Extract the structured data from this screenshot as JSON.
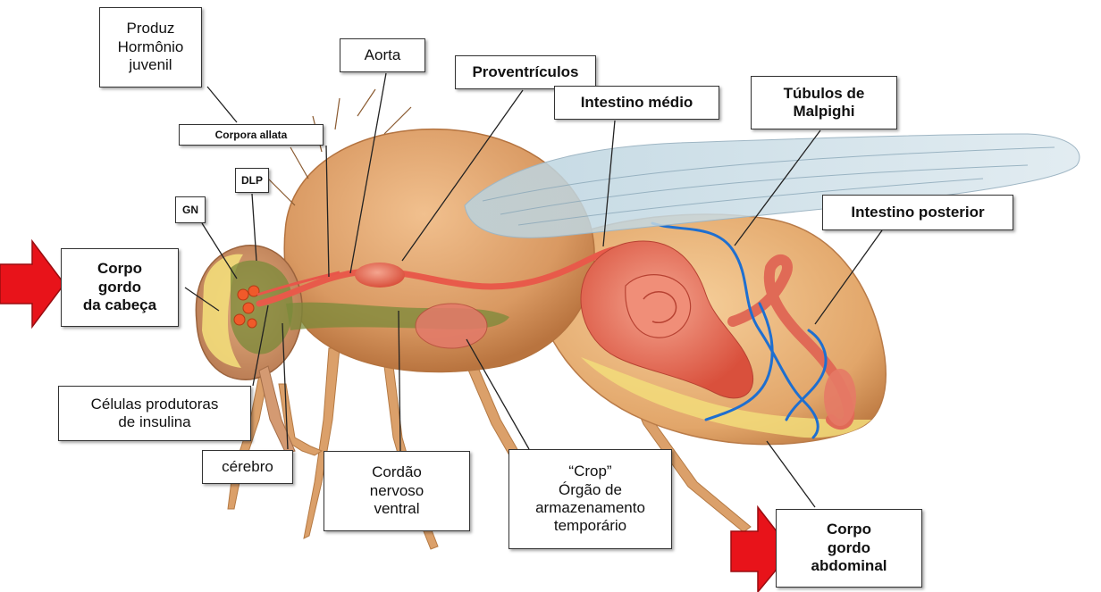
{
  "labels": {
    "produz": "Produz\nHormônio\njuvenil",
    "corpora_allata": "Corpora allata",
    "aorta": "Aorta",
    "proventriculos": "Proventrículos",
    "intestino_medio": "Intestino médio",
    "tubulos": "Túbulos de\nMalpighi",
    "intestino_posterior": "Intestino posterior",
    "dlp": "DLP",
    "gn": "GN",
    "corpo_gordo_cabeca": "Corpo\ngordo\nda cabeça",
    "celulas": "Células produtoras\nde insulina",
    "cerebro": "cérebro",
    "cordao": "Cordão\nnervoso\nventral",
    "crop": "“Crop”\nÓrgão de\narmazenamento\ntemporário",
    "corpo_gordo_abdominal": "Corpo\ngordo\nabdominal"
  },
  "colors": {
    "arrow_red": "#e8131a",
    "body_orange": "#d89a62",
    "gut_red": "#e85a4a",
    "tubule_blue": "#1e6fd0",
    "fat_yellow": "#f2dc7a",
    "nerve_green": "#7a8a3a",
    "wing": "#c8dde8"
  }
}
